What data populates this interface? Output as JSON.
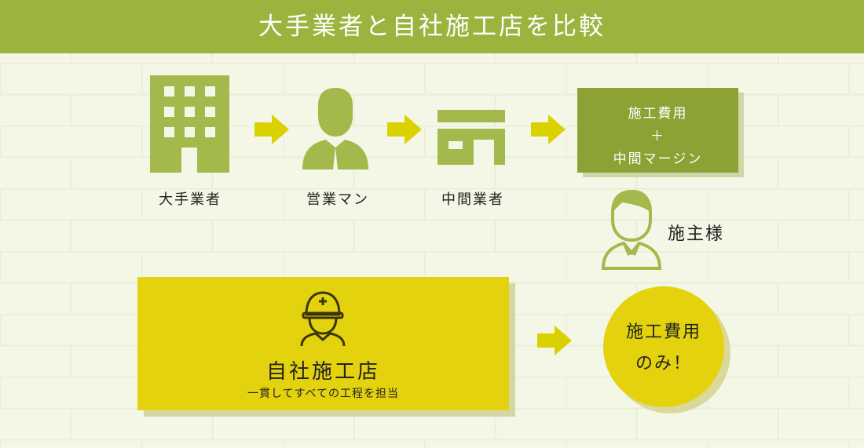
{
  "header": {
    "title": "大手業者と自社施工店を比較"
  },
  "flow": {
    "steps": [
      {
        "label": "大手業者",
        "icon": "building-icon"
      },
      {
        "label": "営業マン",
        "icon": "salesman-icon"
      },
      {
        "label": "中間業者",
        "icon": "middleman-icon"
      }
    ],
    "cost_box": {
      "line1": "施工費用",
      "line2": "＋",
      "line3": "中間マージン"
    }
  },
  "customer": {
    "label": "施主様",
    "icon": "customer-icon"
  },
  "own_builder": {
    "title": "自社施工店",
    "subtitle": "一貫してすべての工程を担当",
    "icon": "worker-helmet-icon"
  },
  "result": {
    "line1": "施工費用",
    "line2": "のみ！"
  },
  "colors": {
    "banner": "#9bb43e",
    "icon_green": "#a4b94c",
    "box_green": "#8da235",
    "arrow": "#d9d200",
    "yellow": "#e3d20d",
    "background": "#f4f7e6"
  }
}
